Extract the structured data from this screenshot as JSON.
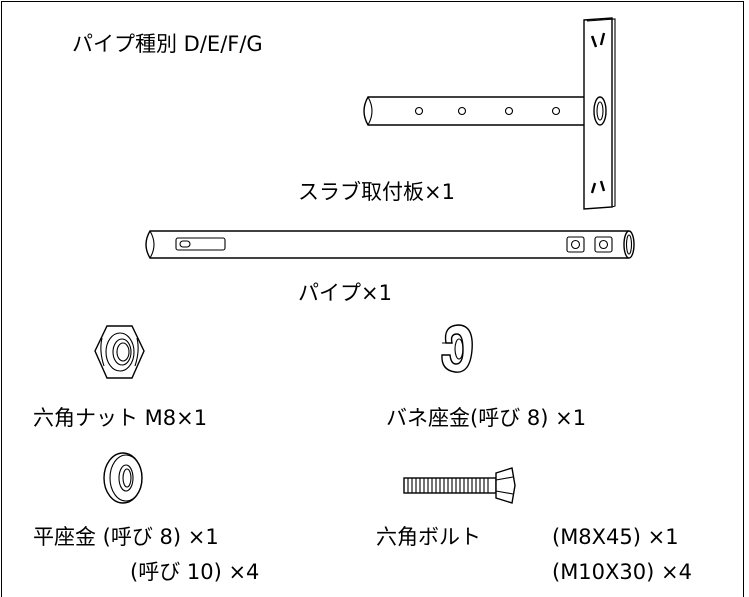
{
  "title": "パイプ種別 D/E/F/G",
  "parts": {
    "slab_plate": "スラブ取付板×1",
    "pipe": "パイプ×1",
    "hex_nut": "六角ナット M8×1",
    "spring_washer": "バネ座金(呼び 8) ×1",
    "flat_washer": "平座金 (呼び 8) ×1",
    "flat_washer_2": "(呼び 10) ×4",
    "hex_bolt": "六角ボルト",
    "hex_bolt_size_1": "(M8X45) ×1",
    "hex_bolt_size_2": "(M10X30) ×4"
  },
  "icons": [
    "slab-plate-drawing",
    "pipe-drawing",
    "hex-nut-drawing",
    "spring-washer-drawing",
    "flat-washer-drawing",
    "hex-bolt-drawing"
  ]
}
